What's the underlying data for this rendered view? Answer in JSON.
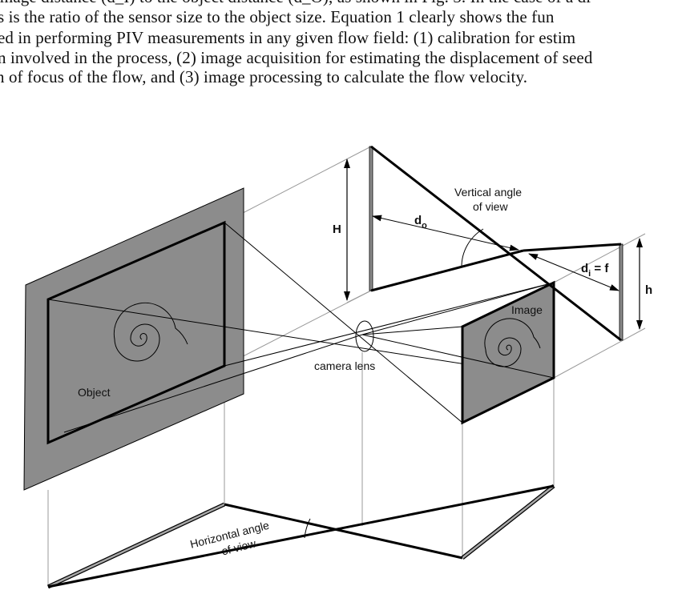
{
  "paragraph": {
    "lines": [
      "image distance (d_I) to the object distance (d_O), as shown in Fig. 3. In the case of a di",
      "s is the ratio of the sensor size to the object size.  Equation 1 clearly shows the fun",
      "ed in performing PIV measurements in any given flow field:  (1) calibration for estim",
      "n involved in the process, (2) image acquisition for estimating the displacement of seed",
      "n of focus of the flow, and (3) image processing to calculate the flow velocity."
    ]
  },
  "figure": {
    "vertical_angle_line1": "Vertical angle",
    "vertical_angle_line2": "of view",
    "d_o_main": "d",
    "d_o_sub": "o",
    "d_i_main": "d",
    "d_i_sub": "i",
    "d_i_rest": " = f",
    "H": "H",
    "h": "h",
    "image": "Image",
    "camera_lens": "camera lens",
    "object": "Object",
    "horizontal_angle_line1": "Horizontal angle",
    "horizontal_angle_line2": "of view",
    "colors": {
      "plane_fill": "#8c8c8c",
      "line": "#000000",
      "construction": "#9a9a9a"
    }
  }
}
